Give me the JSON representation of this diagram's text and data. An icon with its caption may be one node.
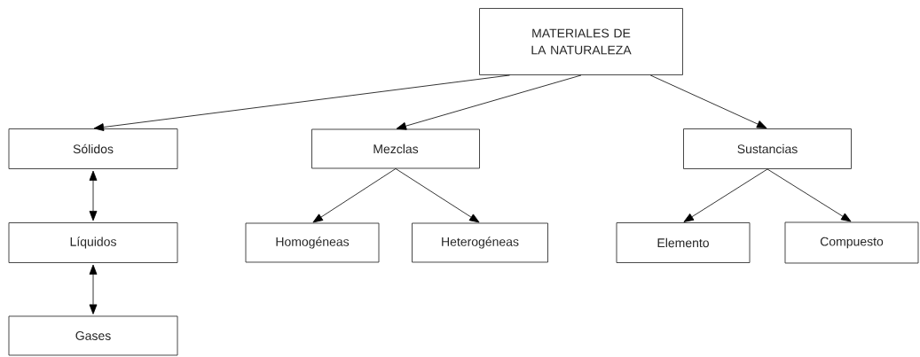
{
  "diagram": {
    "nodes": [
      {
        "text": [
          "MATERIALES DE LA NATURALEZA"
        ]
      },
      {
        "text": [
          "Sólidos"
        ]
      },
      {
        "text": [
          "Mezclas"
        ]
      },
      {
        "text": [
          "Sustancias"
        ]
      },
      {
        "text": [
          "Líquidos"
        ]
      },
      {
        "text": [
          "Homogéneas"
        ]
      },
      {
        "text": [
          "Heterogéneas"
        ]
      },
      {
        "text": [
          "Elemento"
        ]
      },
      {
        "text": [
          "Compuesto"
        ]
      },
      {
        "text": [
          "Gases"
        ]
      }
    ],
    "edges": [
      {
        "from": 0,
        "to": 1,
        "arrow": "to"
      },
      {
        "from": 0,
        "to": 2,
        "arrow": "to"
      },
      {
        "from": 0,
        "to": 3,
        "arrow": "to"
      },
      {
        "from": 2,
        "to": 5,
        "arrow": "to"
      },
      {
        "from": 2,
        "to": 6,
        "arrow": "to"
      },
      {
        "from": 3,
        "to": 7,
        "arrow": "to"
      },
      {
        "from": 3,
        "to": 8,
        "arrow": "to"
      },
      {
        "from": 1,
        "to": 4,
        "arrow": "both"
      },
      {
        "from": 4,
        "to": 9,
        "arrow": "both"
      }
    ]
  }
}
